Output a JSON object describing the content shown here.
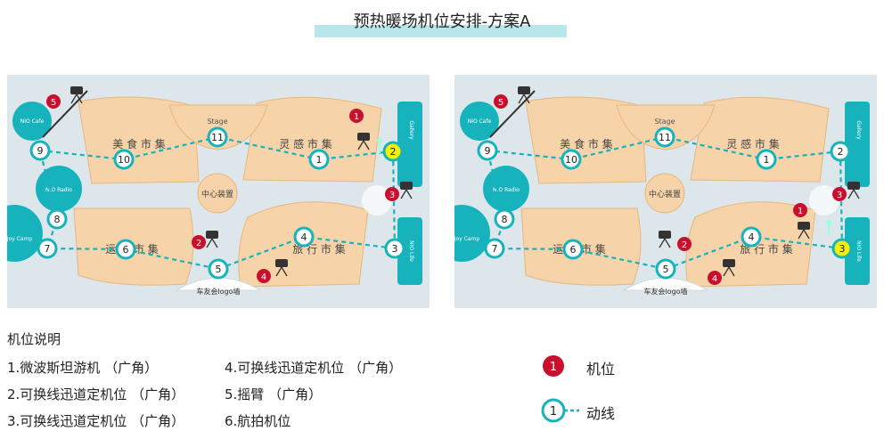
{
  "page": {
    "title": "预热暖场机位安排-方案A"
  },
  "colors": {
    "route_teal": "#16b3bd",
    "camera_red": "#c8102e",
    "highlight_yellow": "#f4f000",
    "area_orange": "#f6d3a8",
    "floor": "#dde6ea"
  },
  "map_labels": {
    "stage": "Stage",
    "meishi": "美 食 市 集",
    "linggan": "灵 感 市 集",
    "center": "中心装置",
    "yundong": "运 动 市 集",
    "lvxing": "旅 行 市 集",
    "logo_wall": "车友会logo墙",
    "nio_cafe": "NIO Cafe",
    "nio_radio": "N.O Radio",
    "joy_camp": "Joy Camp",
    "gallery": "Gallery",
    "nio_life": "NIO Life"
  },
  "plans": [
    {
      "name": "plan-a-left",
      "route_points": [
        "1",
        "2",
        "3",
        "4",
        "5",
        "6",
        "7",
        "8",
        "9",
        "10",
        "11"
      ],
      "highlight_point": "2",
      "cameras": [
        "1",
        "2",
        "3",
        "4",
        "5"
      ]
    },
    {
      "name": "plan-a-right",
      "route_points": [
        "1",
        "2",
        "3",
        "4",
        "5",
        "6",
        "7",
        "8",
        "9",
        "10",
        "11"
      ],
      "highlight_point": "3",
      "cameras": [
        "1",
        "2",
        "3",
        "4",
        "5"
      ]
    }
  ],
  "notes": {
    "heading": "机位说明",
    "items": [
      "1.微波斯坦游机 （广角）",
      "2.可换线迅道定机位 （广角）",
      "3.可换线迅道定机位 （广角）",
      "4.可换线迅道定机位 （广角）",
      "5.摇臂 （广角）",
      "6.航拍机位"
    ]
  },
  "legend": {
    "camera_sample": "1",
    "camera_label": "机位",
    "route_sample": "1",
    "route_label": "动线"
  }
}
